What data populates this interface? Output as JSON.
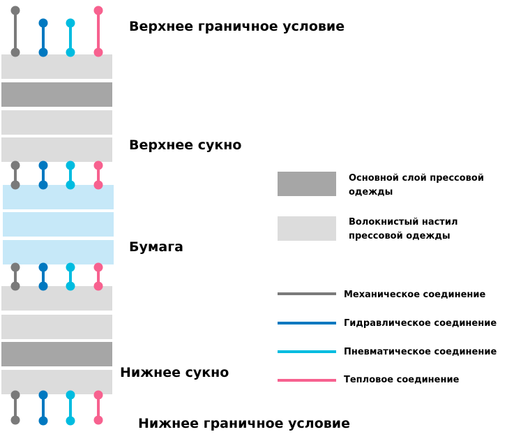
{
  "colors": {
    "base_layer": "#a6a6a6",
    "batt_layer": "#dcdcdc",
    "paper": "#c6e8f8",
    "mechanical": "#7a7a7a",
    "hydraulic": "#0078c0",
    "pneumatic": "#00bce0",
    "thermal": "#f7618f"
  },
  "labels": {
    "top_boundary": "Верхнее граничное условие",
    "top_felt": "Верхнее сукно",
    "paper": "Бумага",
    "bottom_felt": "Нижнее сукно",
    "bottom_boundary": "Нижнее граничное условие"
  },
  "legend": {
    "layers": [
      {
        "key": "base_layer",
        "label": "Основной слой прессовой одежды"
      },
      {
        "key": "batt_layer",
        "label": "Волокнистый настил прессовой одежды"
      }
    ],
    "connections": [
      {
        "key": "mechanical",
        "label": "Механическое соединение"
      },
      {
        "key": "hydraulic",
        "label": "Гидравлическое соединение"
      },
      {
        "key": "pneumatic",
        "label": "Пневматическое соединение"
      },
      {
        "key": "thermal",
        "label": "Тепловое соединение"
      }
    ]
  },
  "stack": {
    "layers": [
      "batt_layer",
      "base_layer",
      "batt_layer",
      "batt_layer",
      "paper",
      "paper",
      "paper",
      "batt_layer",
      "batt_layer",
      "base_layer",
      "batt_layer"
    ],
    "connection_types": [
      "mechanical",
      "hydraulic",
      "pneumatic",
      "thermal"
    ]
  }
}
